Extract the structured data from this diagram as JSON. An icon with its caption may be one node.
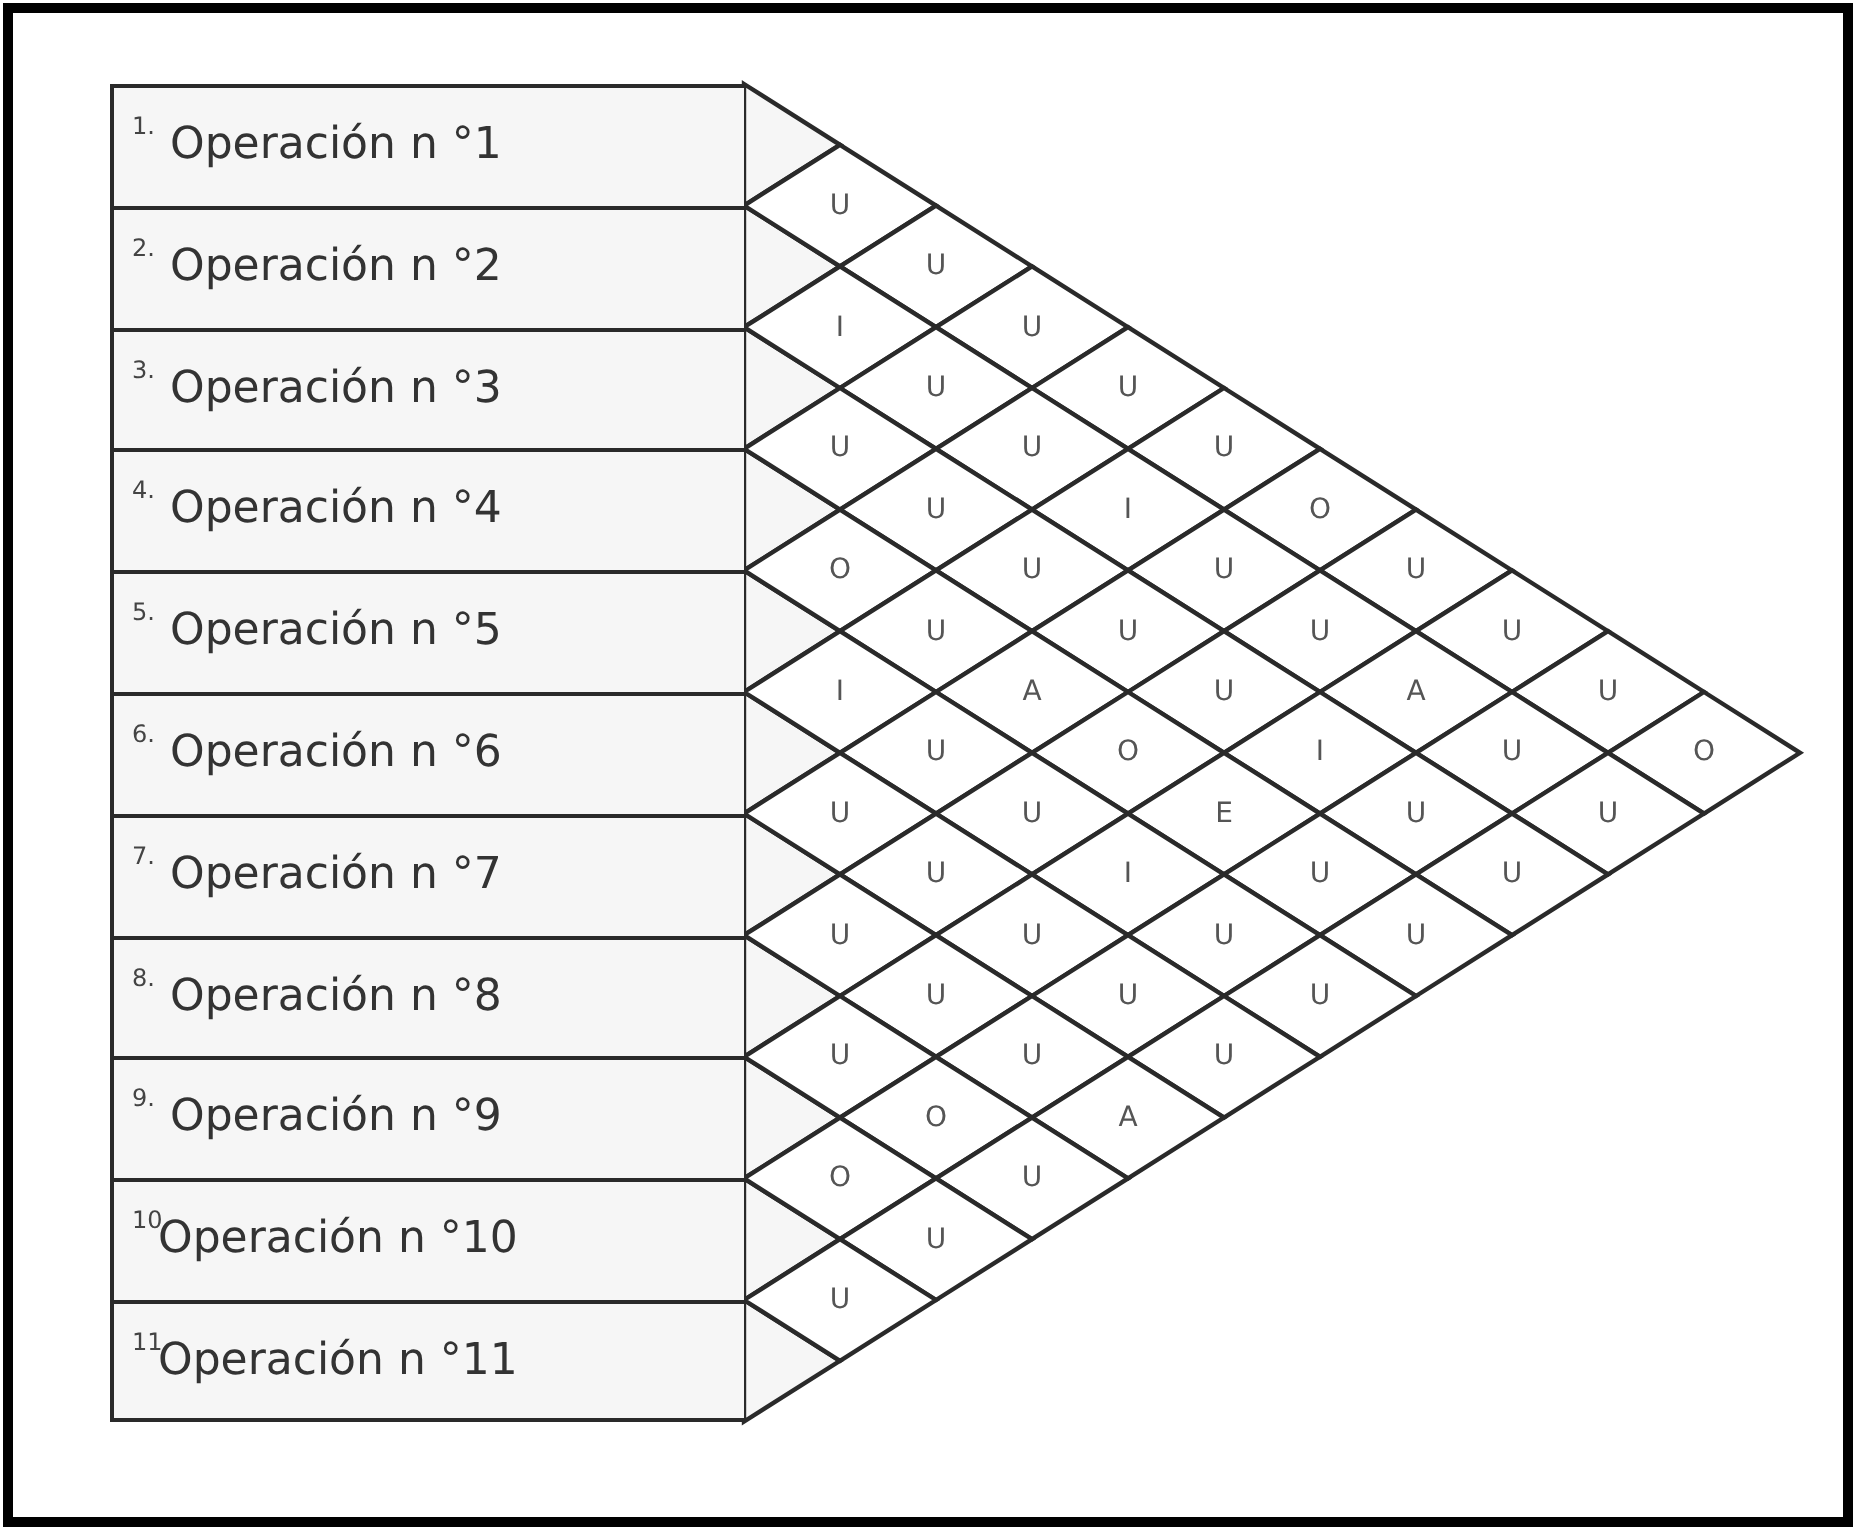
{
  "diagram": {
    "nodes": [
      {
        "text": [
          "1.",
          "Operación n °1"
        ]
      },
      {
        "text": [
          "2.",
          "Operación n °2"
        ]
      },
      {
        "text": [
          "3.",
          "Operación n °3"
        ]
      },
      {
        "text": [
          "4.",
          "Operación n °4"
        ]
      },
      {
        "text": [
          "5.",
          "Operación n °5"
        ]
      },
      {
        "text": [
          "6.",
          "Operación n °6"
        ]
      },
      {
        "text": [
          "7.",
          "Operación n °7"
        ]
      },
      {
        "text": [
          "8.",
          "Operación n °8"
        ]
      },
      {
        "text": [
          "9.",
          "Operación n °9"
        ]
      },
      {
        "text": [
          "10",
          "Operación n °10"
        ]
      },
      {
        "text": [
          "11",
          "Operación n °11"
        ]
      },
      {
        "text": [
          "U"
        ]
      },
      {
        "text": [
          "U"
        ]
      },
      {
        "text": [
          "I"
        ]
      },
      {
        "text": [
          "U"
        ]
      },
      {
        "text": [
          "U"
        ]
      },
      {
        "text": [
          "U"
        ]
      },
      {
        "text": [
          "U"
        ]
      },
      {
        "text": [
          "U"
        ]
      },
      {
        "text": [
          "U"
        ]
      },
      {
        "text": [
          "U"
        ]
      },
      {
        "text": [
          "I"
        ]
      },
      {
        "text": [
          "O"
        ]
      },
      {
        "text": [
          "O"
        ]
      },
      {
        "text": [
          "U"
        ]
      },
      {
        "text": [
          "U"
        ]
      },
      {
        "text": [
          "U"
        ]
      },
      {
        "text": [
          "U"
        ]
      },
      {
        "text": [
          "U"
        ]
      },
      {
        "text": [
          "U"
        ]
      },
      {
        "text": [
          "U"
        ]
      },
      {
        "text": [
          "I"
        ]
      },
      {
        "text": [
          "A"
        ]
      },
      {
        "text": [
          "U"
        ]
      },
      {
        "text": [
          "A"
        ]
      },
      {
        "text": [
          "U"
        ]
      },
      {
        "text": [
          "U"
        ]
      },
      {
        "text": [
          "O"
        ]
      },
      {
        "text": [
          "I"
        ]
      },
      {
        "text": [
          "U"
        ]
      },
      {
        "text": [
          "O"
        ]
      },
      {
        "text": [
          "U"
        ]
      },
      {
        "text": [
          "U"
        ]
      },
      {
        "text": [
          "E"
        ]
      },
      {
        "text": [
          "U"
        ]
      },
      {
        "text": [
          "U"
        ]
      },
      {
        "text": [
          "U"
        ]
      },
      {
        "text": [
          "I"
        ]
      },
      {
        "text": [
          "U"
        ]
      },
      {
        "text": [
          "U"
        ]
      },
      {
        "text": [
          "U"
        ]
      },
      {
        "text": [
          "U"
        ]
      },
      {
        "text": [
          "U"
        ]
      },
      {
        "text": [
          "U"
        ]
      },
      {
        "text": [
          "U"
        ]
      },
      {
        "text": [
          "U"
        ]
      },
      {
        "text": [
          "U"
        ]
      },
      {
        "text": [
          "U"
        ]
      },
      {
        "text": [
          "U"
        ]
      },
      {
        "text": [
          "U"
        ]
      },
      {
        "text": [
          "O"
        ]
      },
      {
        "text": [
          "A"
        ]
      },
      {
        "text": [
          "O"
        ]
      },
      {
        "text": [
          "U"
        ]
      },
      {
        "text": [
          "U"
        ]
      },
      {
        "text": [
          "U"
        ]
      }
    ]
  }
}
